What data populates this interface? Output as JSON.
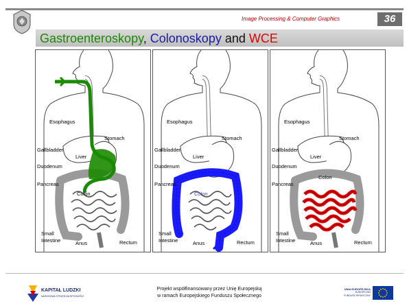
{
  "header": {
    "course": "Image Processing & Computer Graphics",
    "page_number": "36"
  },
  "title": {
    "part1": "Gastroenteroskopy",
    "sep1": ", ",
    "part2": "Colonoskopy",
    "sep2": " and ",
    "part3": "WCE"
  },
  "colors": {
    "green": "#1a8a00",
    "blue": "#1a1aa8",
    "red": "#e00000"
  },
  "labels": {
    "esophagus": "Esophagus",
    "stomach": "Stomach",
    "gallbladder": "Gallbladder",
    "liver": "Liver",
    "duodenum": "Duodenum",
    "pancreas": "Pancreas",
    "colon": "Colon",
    "small_intestine_1": "Small",
    "small_intestine_2": "Intestine",
    "anus": "Anus",
    "rectum": "Rectum"
  },
  "footer": {
    "line1": "Projekt współfinansowany przez Unię Europejską",
    "line2": "w ramach Europejskiego Funduszu Społecznego",
    "kl_name": "KAPITAŁ LUDZKI",
    "kl_sub": "NARODOWA STRATEGIA SPÓJNOŚCI",
    "eu_title": "UNIA EUROPEJSKA",
    "eu_line1": "EUROPEJSKI",
    "eu_line2": "FUNDUSZ SPOŁECZNY"
  }
}
